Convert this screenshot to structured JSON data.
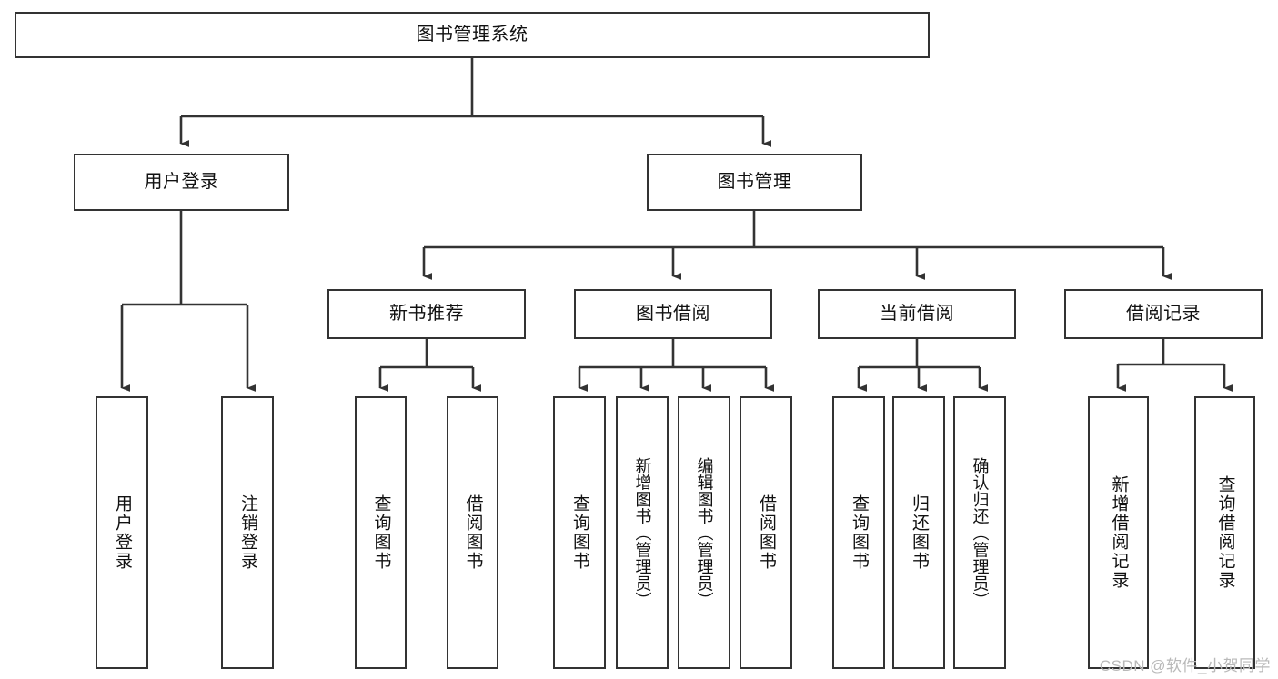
{
  "diagram": {
    "type": "tree-hierarchy",
    "title": "图书管理系统",
    "watermark": "CSDN @软件_小贺同学",
    "colors": {
      "stroke": "#333333",
      "box_fill": "#ffffff",
      "text": "#111111",
      "watermark": "#b9b9b9",
      "background": "#ffffff"
    },
    "nodes": {
      "root": {
        "label": "图书管理系统"
      },
      "level2": [
        {
          "id": "user-login",
          "label": "用户登录"
        },
        {
          "id": "book-manage",
          "label": "图书管理"
        }
      ],
      "level3": [
        {
          "id": "new-book-recommend",
          "label": "新书推荐"
        },
        {
          "id": "book-borrow",
          "label": "图书借阅"
        },
        {
          "id": "current-borrow",
          "label": "当前借阅"
        },
        {
          "id": "borrow-record",
          "label": "借阅记录"
        }
      ],
      "leaves": [
        {
          "id": "leaf-user-login",
          "label": "用户登录",
          "parent": "user-login"
        },
        {
          "id": "leaf-logout-login",
          "label": "注销登录",
          "parent": "user-login"
        },
        {
          "id": "leaf-query-book-1",
          "label": "查询图书",
          "parent": "new-book-recommend"
        },
        {
          "id": "leaf-borrow-book-1",
          "label": "借阅图书",
          "parent": "new-book-recommend"
        },
        {
          "id": "leaf-query-book-2",
          "label": "查询图书",
          "parent": "book-borrow"
        },
        {
          "id": "leaf-add-book-admin",
          "label": "新增图书（管理员）",
          "parent": "book-borrow"
        },
        {
          "id": "leaf-edit-book-admin",
          "label": "编辑图书（管理员）",
          "parent": "book-borrow"
        },
        {
          "id": "leaf-borrow-book-2",
          "label": "借阅图书",
          "parent": "book-borrow"
        },
        {
          "id": "leaf-query-book-3",
          "label": "查询图书",
          "parent": "current-borrow"
        },
        {
          "id": "leaf-return-book",
          "label": "归还图书",
          "parent": "current-borrow"
        },
        {
          "id": "leaf-confirm-return-admin",
          "label": "确认归还（管理员）",
          "parent": "current-borrow"
        },
        {
          "id": "leaf-add-borrow-record",
          "label": "新增借阅记录",
          "parent": "borrow-record"
        },
        {
          "id": "leaf-query-borrow-record",
          "label": "查询借阅记录",
          "parent": "borrow-record"
        }
      ]
    }
  }
}
